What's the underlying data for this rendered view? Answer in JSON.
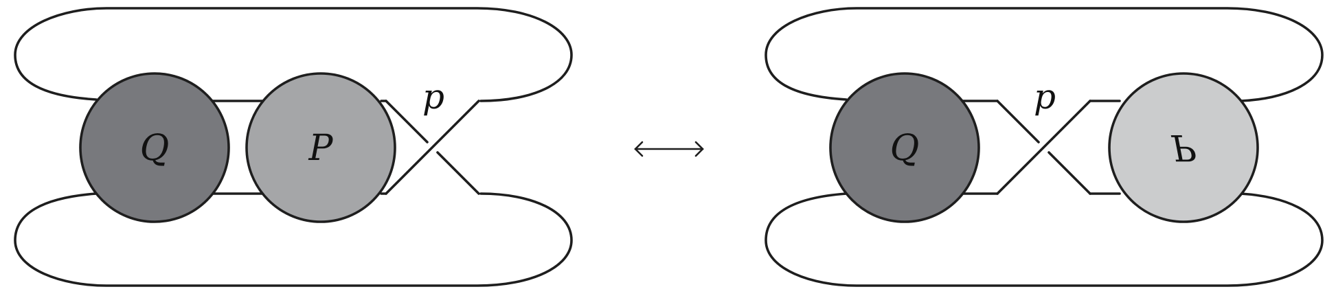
{
  "left_diagram": {
    "tangle_q": {
      "label": "Q",
      "fill": "#78797d"
    },
    "tangle_p": {
      "label": "P",
      "fill": "#a5a6a8"
    },
    "crossing_label": "p"
  },
  "right_diagram": {
    "tangle_q": {
      "label": "Q",
      "fill": "#78797d"
    },
    "tangle_p": {
      "label": "P",
      "fill": "#cbcccd",
      "rotated": true
    },
    "crossing_label": "p"
  },
  "relation_symbol": "⟷"
}
